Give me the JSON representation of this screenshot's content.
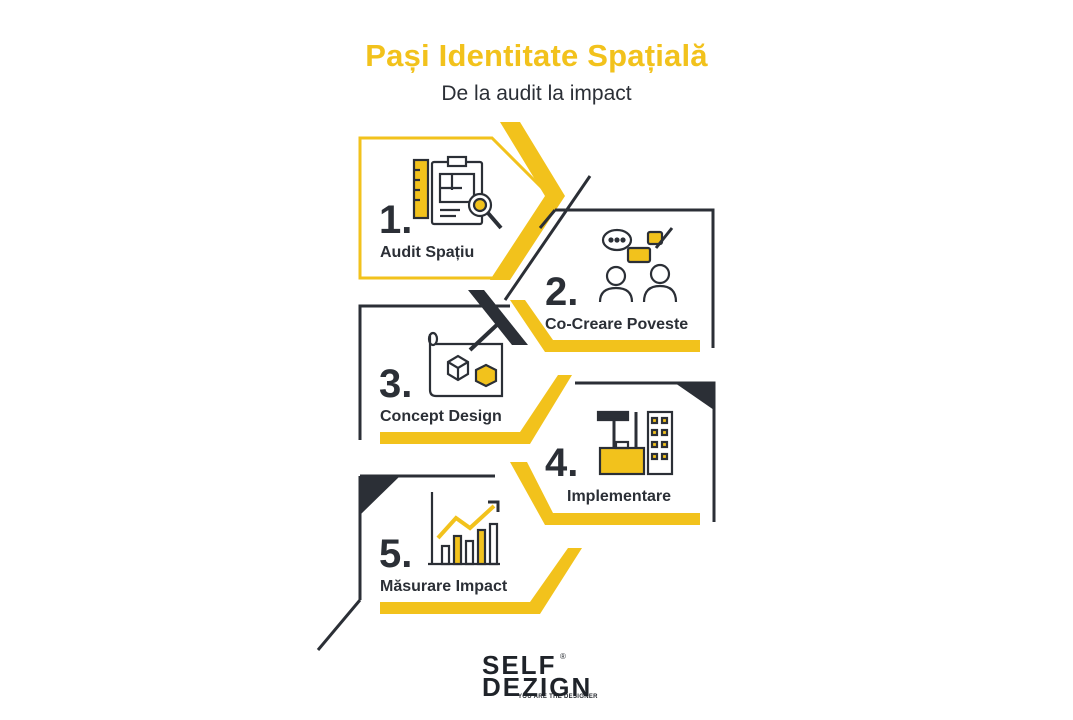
{
  "header": {
    "title": "Pași Identitate Spațială",
    "subtitle": "De la audit la impact"
  },
  "steps": [
    {
      "number": "1.",
      "label": "Audit Spațiu",
      "icon": "clipboard-blueprint-magnifier-icon"
    },
    {
      "number": "2.",
      "label": "Co-Creare Poveste",
      "icon": "people-speech-bubbles-icon"
    },
    {
      "number": "3.",
      "label": "Concept Design",
      "icon": "blueprint-cubes-pencil-icon"
    },
    {
      "number": "4.",
      "label": "Implementare",
      "icon": "toolbox-building-icon"
    },
    {
      "number": "5.",
      "label": "Măsurare Impact",
      "icon": "growth-bar-chart-icon"
    }
  ],
  "logo": {
    "line1": "SELF",
    "line2": "DEZIGN",
    "tagline": "YOU ARE THE DESIGNER",
    "registered": "®"
  },
  "colors": {
    "accent": "#f2c21c",
    "dark": "#2b2f36",
    "background": "#ffffff"
  }
}
